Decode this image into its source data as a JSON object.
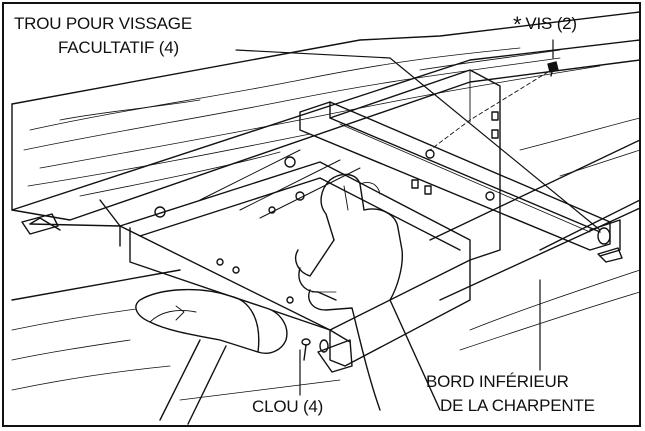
{
  "labels": {
    "screw_hole": [
      "TROU POUR VISSAGE",
      "FACULTATIF (4)"
    ],
    "screw": {
      "marker": "*",
      "text": "VIS (2)"
    },
    "joist_edge": [
      "BORD INFÉRIEUR",
      "DE LA CHARPENTE"
    ],
    "nail": "CLOU (4)"
  },
  "style": {
    "line_color": "#111111",
    "background": "#ffffff"
  },
  "icons": [
    "hammer-icon",
    "hand-icon",
    "screw-icon",
    "nail-icon"
  ]
}
